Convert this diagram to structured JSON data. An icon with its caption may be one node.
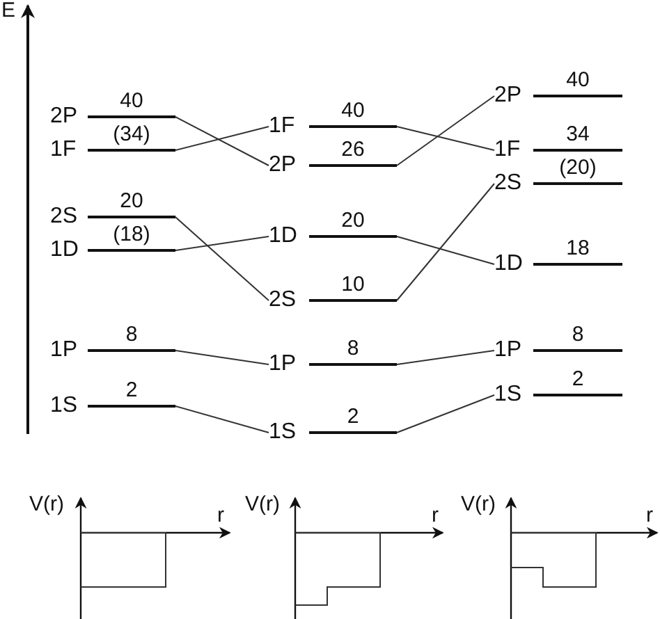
{
  "diagram": {
    "nodes": [
      {
        "text": [
          "2P"
        ],
        "beside": [
          "40"
        ]
      },
      {
        "text": [
          "1F"
        ],
        "beside": [
          "(34)"
        ]
      },
      {
        "text": [
          "2S"
        ],
        "beside": [
          "20"
        ]
      },
      {
        "text": [
          "1D"
        ],
        "beside": [
          "(18)"
        ]
      },
      {
        "text": [
          "1P"
        ],
        "beside": [
          "8"
        ]
      },
      {
        "text": [
          "1S"
        ],
        "beside": [
          "2"
        ]
      },
      {
        "text": [
          "1F"
        ],
        "beside": [
          "40"
        ]
      },
      {
        "text": [
          "2P"
        ],
        "beside": [
          "26"
        ]
      },
      {
        "text": [
          "1D"
        ],
        "beside": [
          "20"
        ]
      },
      {
        "text": [
          "2S"
        ],
        "beside": [
          "10"
        ]
      },
      {
        "text": [
          "1P"
        ],
        "beside": [
          "8"
        ]
      },
      {
        "text": [
          "1S"
        ],
        "beside": [
          "2"
        ]
      },
      {
        "text": [
          "2P"
        ],
        "beside": [
          "40"
        ]
      },
      {
        "text": [
          "1F"
        ],
        "beside": [
          "34"
        ]
      },
      {
        "text": [
          "2S"
        ],
        "beside": [
          "(20)"
        ]
      },
      {
        "text": [
          "1D"
        ],
        "beside": [
          "18"
        ]
      },
      {
        "text": [
          "1P"
        ],
        "beside": [
          "8"
        ]
      },
      {
        "text": [
          "1S"
        ],
        "beside": [
          "2"
        ]
      }
    ],
    "edges": [
      {
        "from": 0,
        "to": 7,
        "arrow": "none"
      },
      {
        "from": 1,
        "to": 6,
        "arrow": "none"
      },
      {
        "from": 2,
        "to": 9,
        "arrow": "none"
      },
      {
        "from": 3,
        "to": 8,
        "arrow": "none"
      },
      {
        "from": 4,
        "to": 10,
        "arrow": "none"
      },
      {
        "from": 5,
        "to": 11,
        "arrow": "none"
      },
      {
        "from": 6,
        "to": 13,
        "arrow": "none"
      },
      {
        "from": 7,
        "to": 12,
        "arrow": "none"
      },
      {
        "from": 8,
        "to": 15,
        "arrow": "none"
      },
      {
        "from": 9,
        "to": 14,
        "arrow": "none"
      },
      {
        "from": 10,
        "to": 16,
        "arrow": "none"
      },
      {
        "from": 11,
        "to": 17,
        "arrow": "none"
      }
    ],
    "labels": [
      "E",
      "V(r)",
      "r",
      "V(r)",
      "r",
      "V(r)",
      "r"
    ]
  }
}
